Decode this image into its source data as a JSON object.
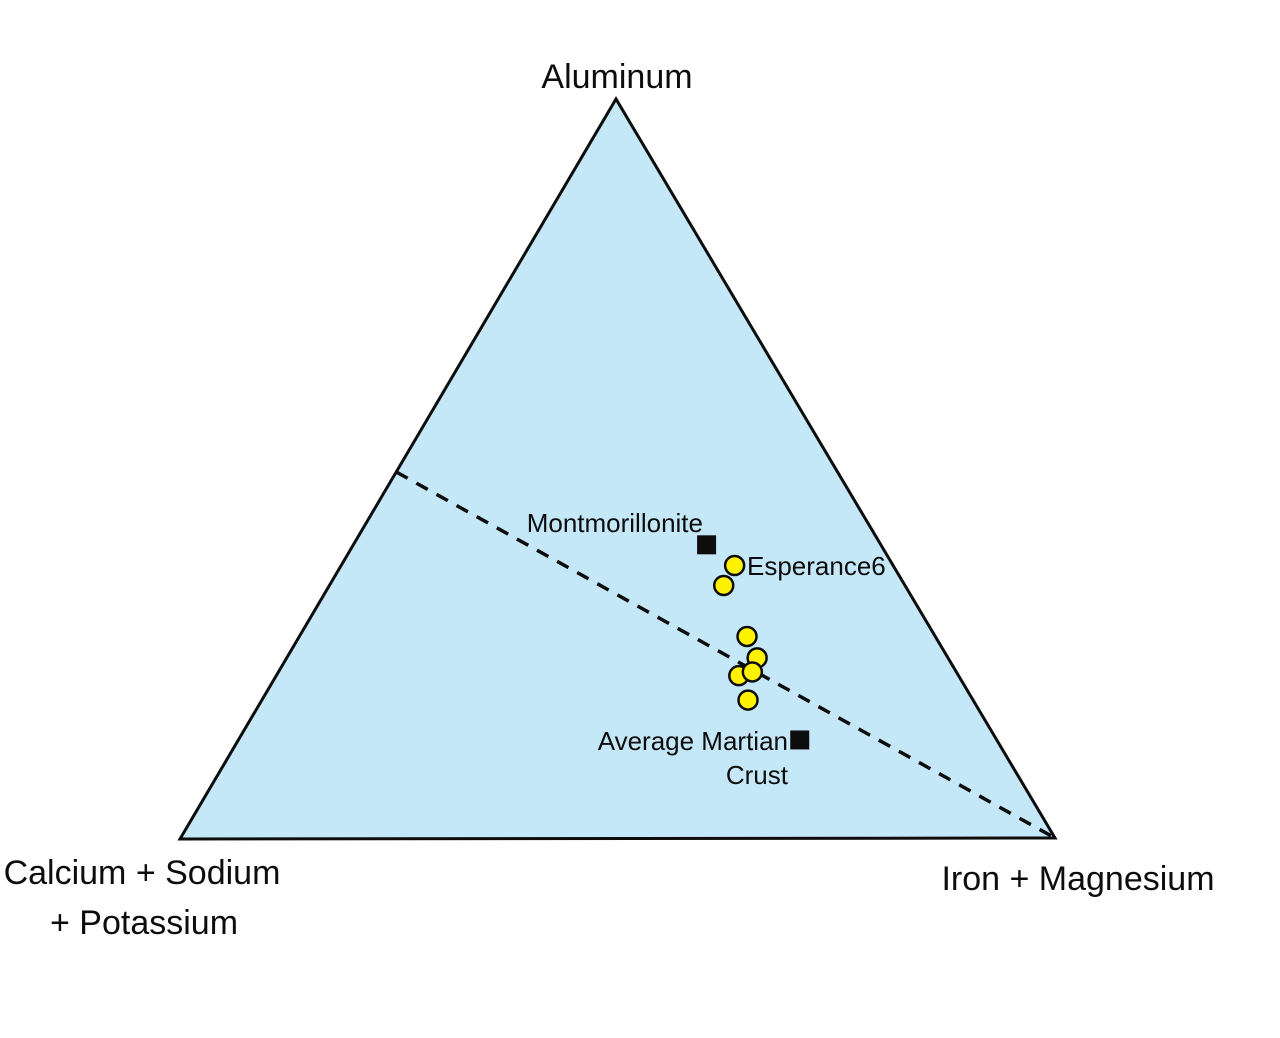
{
  "chart_data": {
    "type": "scatter",
    "subtype": "ternary",
    "description": "Ternary composition diagram (molar proportions) with clay mineral reference points and yellow sample analysis points",
    "vertex_labels": {
      "top": "Aluminum",
      "bottom_left_line1": "Calcium + Sodium",
      "bottom_left_line2": "+ Potassium",
      "bottom_right": "Iron + Magnesium"
    },
    "axes": [
      "Aluminum",
      "Calcium + Sodium + Potassium",
      "Iron + Magnesium"
    ],
    "reference_points": [
      {
        "label": "Montmorillonite",
        "marker": "square",
        "al": 0.397,
        "ca_na_k": 0.199,
        "fe_mg": 0.404
      },
      {
        "label": "Average Martian Crust",
        "label_line1": "Average Martian",
        "label_line2": "Crust",
        "marker": "square",
        "al": 0.133,
        "ca_na_k": 0.225,
        "fe_mg": 0.642
      }
    ],
    "samples": {
      "name": "Esperance6",
      "marker": "circle",
      "points": [
        {
          "al": 0.369,
          "ca_na_k": 0.181,
          "fe_mg": 0.45
        },
        {
          "al": 0.342,
          "ca_na_k": 0.207,
          "fe_mg": 0.451
        },
        {
          "al": 0.273,
          "ca_na_k": 0.215,
          "fe_mg": 0.512
        },
        {
          "al": 0.244,
          "ca_na_k": 0.218,
          "fe_mg": 0.538
        },
        {
          "al": 0.22,
          "ca_na_k": 0.251,
          "fe_mg": 0.529
        },
        {
          "al": 0.225,
          "ca_na_k": 0.233,
          "fe_mg": 0.542
        },
        {
          "al": 0.187,
          "ca_na_k": 0.257,
          "fe_mg": 0.556
        }
      ]
    },
    "tie_line": {
      "style": "dashed",
      "from": {
        "al": 0.496,
        "ca_na_k": 0.504,
        "fe_mg": 0.0
      },
      "to": {
        "al": 0.0,
        "ca_na_k": 0.0,
        "fe_mg": 1.0
      }
    },
    "legend_position": "none",
    "grid": false
  },
  "colors": {
    "triangle_fill": "#C5E8F8",
    "outline": "#0d0d0d",
    "sample_fill": "#FFF200",
    "sample_stroke": "#0d0d0d",
    "reference_fill": "#0d0d0d",
    "background": "#ffffff"
  }
}
